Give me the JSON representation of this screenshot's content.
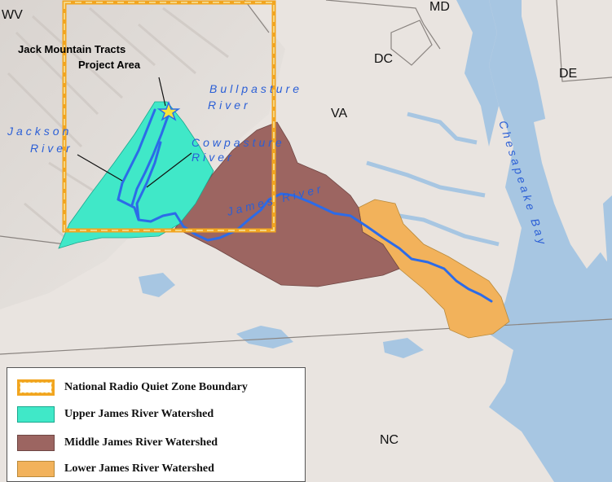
{
  "labels": {
    "states": {
      "wv": "WV",
      "md": "MD",
      "dc": "DC",
      "de": "DE",
      "va": "VA",
      "nc": "NC"
    },
    "project_area": [
      "Jack Mountain Tracts",
      "Project Area"
    ],
    "rivers": {
      "jackson": [
        "Jackson",
        "River"
      ],
      "bullpasture": [
        "Bullpasture",
        "River"
      ],
      "cowpasture": [
        "Cowpasture",
        "River"
      ],
      "james": "James River",
      "chesapeake": "Chesapeake Bay"
    }
  },
  "legend": {
    "items": [
      {
        "label": "National Radio Quiet Zone Boundary",
        "style": "quiet-zone",
        "color": "#f2a51f",
        "dash_color": "#f5d580"
      },
      {
        "label": "Upper James River Watershed",
        "style": "fill",
        "color": "#40e8c8"
      },
      {
        "label": "Middle James River Watershed",
        "style": "fill",
        "color": "#9c6561"
      },
      {
        "label": "Lower James River Watershed",
        "style": "fill",
        "color": "#f2b25b"
      }
    ]
  },
  "colors": {
    "land": "#e9e4e0",
    "water": "#a7c6e2",
    "river": "#2c6be8",
    "upper_watershed": "#40e8c8",
    "middle_watershed": "#9c6561",
    "lower_watershed": "#f2b25b",
    "quiet_zone_border": "#f2a51f",
    "star": "#f6e43c"
  },
  "icons": {
    "project_marker": "star-icon"
  }
}
